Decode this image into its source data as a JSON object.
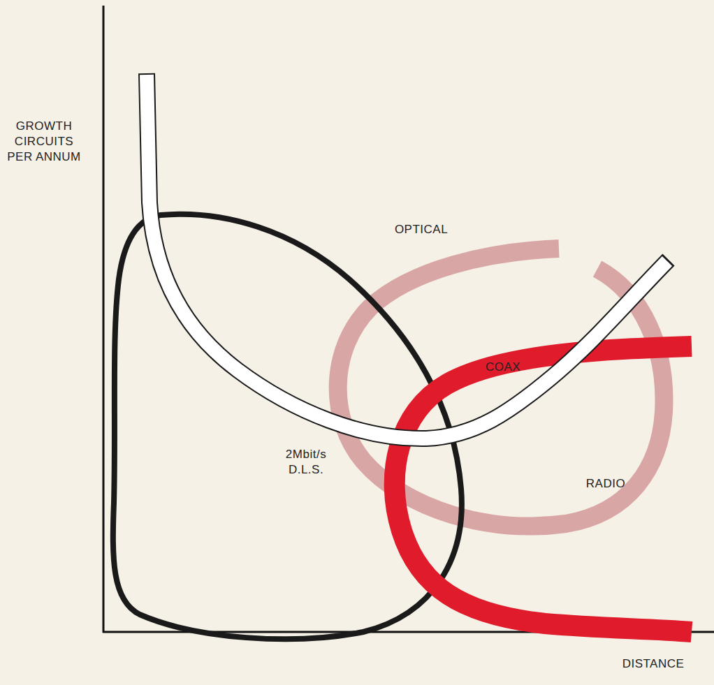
{
  "diagram": {
    "labels": [
      "GROWTH CIRCUITS PER ANNUM",
      "DISTANCE",
      "OPTICAL",
      "COAX",
      "RADIO",
      "2Mbit/s D.L.S."
    ]
  }
}
